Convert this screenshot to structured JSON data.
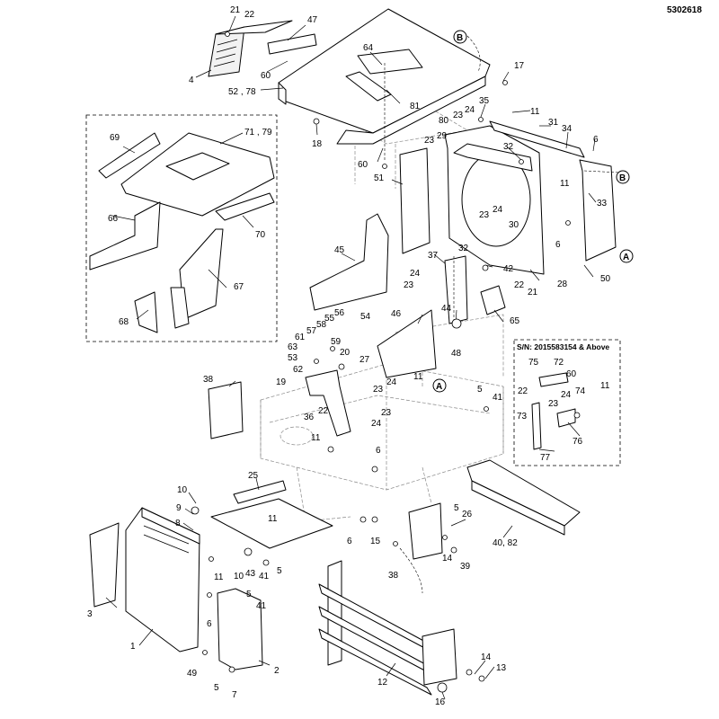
{
  "document_number": "5302618",
  "inset_note": "S/N: 2015583154 & Above",
  "reference_markers": [
    "A",
    "B"
  ],
  "callouts": [
    {
      "id": "c21",
      "text": "21"
    },
    {
      "id": "c22a",
      "text": "22"
    },
    {
      "id": "c47",
      "text": "47"
    },
    {
      "id": "c4",
      "text": "4"
    },
    {
      "id": "c60a",
      "text": "60"
    },
    {
      "id": "c5278",
      "text": "52 , 78"
    },
    {
      "id": "c64",
      "text": "64"
    },
    {
      "id": "c81",
      "text": "81"
    },
    {
      "id": "c17",
      "text": "17"
    },
    {
      "id": "c35",
      "text": "35"
    },
    {
      "id": "c24a",
      "text": "24"
    },
    {
      "id": "c23a",
      "text": "23"
    },
    {
      "id": "c80",
      "text": "80"
    },
    {
      "id": "c11a",
      "text": "11"
    },
    {
      "id": "c31",
      "text": "31"
    },
    {
      "id": "c34",
      "text": "34"
    },
    {
      "id": "c6a",
      "text": "6"
    },
    {
      "id": "c18",
      "text": "18"
    },
    {
      "id": "c23b",
      "text": "23"
    },
    {
      "id": "c29",
      "text": "29"
    },
    {
      "id": "c32a",
      "text": "32"
    },
    {
      "id": "c60b",
      "text": "60"
    },
    {
      "id": "c51",
      "text": "51"
    },
    {
      "id": "c11b",
      "text": "11"
    },
    {
      "id": "c33",
      "text": "33"
    },
    {
      "id": "c69",
      "text": "69"
    },
    {
      "id": "c7179",
      "text": "71 , 79"
    },
    {
      "id": "c66",
      "text": "66"
    },
    {
      "id": "c70",
      "text": "70"
    },
    {
      "id": "c67",
      "text": "67"
    },
    {
      "id": "c68",
      "text": "68"
    },
    {
      "id": "c23c",
      "text": "23"
    },
    {
      "id": "c24b",
      "text": "24"
    },
    {
      "id": "c30",
      "text": "30"
    },
    {
      "id": "c6b",
      "text": "6"
    },
    {
      "id": "c45",
      "text": "45"
    },
    {
      "id": "c32b",
      "text": "32"
    },
    {
      "id": "c37",
      "text": "37"
    },
    {
      "id": "c42",
      "text": "42"
    },
    {
      "id": "c28",
      "text": "28"
    },
    {
      "id": "c50",
      "text": "50"
    },
    {
      "id": "c24c",
      "text": "24"
    },
    {
      "id": "c23d",
      "text": "23"
    },
    {
      "id": "c22b",
      "text": "22"
    },
    {
      "id": "c21b",
      "text": "21"
    },
    {
      "id": "c44",
      "text": "44"
    },
    {
      "id": "c65",
      "text": "65"
    },
    {
      "id": "c46",
      "text": "46"
    },
    {
      "id": "c48",
      "text": "48"
    },
    {
      "id": "c61",
      "text": "61"
    },
    {
      "id": "c57",
      "text": "57"
    },
    {
      "id": "c58",
      "text": "58"
    },
    {
      "id": "c55",
      "text": "55"
    },
    {
      "id": "c56",
      "text": "56"
    },
    {
      "id": "c54",
      "text": "54"
    },
    {
      "id": "c59",
      "text": "59"
    },
    {
      "id": "c63",
      "text": "63"
    },
    {
      "id": "c53",
      "text": "53"
    },
    {
      "id": "c20",
      "text": "20"
    },
    {
      "id": "c62",
      "text": "62"
    },
    {
      "id": "c27",
      "text": "27"
    },
    {
      "id": "c38a",
      "text": "38"
    },
    {
      "id": "c19",
      "text": "19"
    },
    {
      "id": "c36",
      "text": "36"
    },
    {
      "id": "c22c",
      "text": "22"
    },
    {
      "id": "c23e",
      "text": "23"
    },
    {
      "id": "c24d",
      "text": "24"
    },
    {
      "id": "c11c",
      "text": "11"
    },
    {
      "id": "c24e",
      "text": "24"
    },
    {
      "id": "c23f",
      "text": "23"
    },
    {
      "id": "c5a",
      "text": "5"
    },
    {
      "id": "c41a",
      "text": "41"
    },
    {
      "id": "c11d",
      "text": "11"
    },
    {
      "id": "c6c",
      "text": "6"
    },
    {
      "id": "c75",
      "text": "75"
    },
    {
      "id": "c72",
      "text": "72"
    },
    {
      "id": "c60c",
      "text": "60"
    },
    {
      "id": "c22d",
      "text": "22"
    },
    {
      "id": "c24f",
      "text": "24"
    },
    {
      "id": "c74",
      "text": "74"
    },
    {
      "id": "c11e",
      "text": "11"
    },
    {
      "id": "c23g",
      "text": "23"
    },
    {
      "id": "c73",
      "text": "73"
    },
    {
      "id": "c76",
      "text": "76"
    },
    {
      "id": "c77",
      "text": "77"
    },
    {
      "id": "c10a",
      "text": "10"
    },
    {
      "id": "c25",
      "text": "25"
    },
    {
      "id": "c9",
      "text": "9"
    },
    {
      "id": "c8",
      "text": "8"
    },
    {
      "id": "c11f",
      "text": "11"
    },
    {
      "id": "c11g",
      "text": "11"
    },
    {
      "id": "c6d",
      "text": "6"
    },
    {
      "id": "c5b",
      "text": "5"
    },
    {
      "id": "c26",
      "text": "26"
    },
    {
      "id": "c15",
      "text": "15"
    },
    {
      "id": "c4082",
      "text": "40, 82"
    },
    {
      "id": "c10b",
      "text": "10"
    },
    {
      "id": "c43",
      "text": "43"
    },
    {
      "id": "c41b",
      "text": "41"
    },
    {
      "id": "c5c",
      "text": "5"
    },
    {
      "id": "c14a",
      "text": "14"
    },
    {
      "id": "c39",
      "text": "39"
    },
    {
      "id": "c38b",
      "text": "38"
    },
    {
      "id": "c3",
      "text": "3"
    },
    {
      "id": "c5d",
      "text": "5"
    },
    {
      "id": "c41c",
      "text": "41"
    },
    {
      "id": "c6e",
      "text": "6"
    },
    {
      "id": "c1",
      "text": "1"
    },
    {
      "id": "c2",
      "text": "2"
    },
    {
      "id": "c49",
      "text": "49"
    },
    {
      "id": "c5e",
      "text": "5"
    },
    {
      "id": "c7",
      "text": "7"
    },
    {
      "id": "c12",
      "text": "12"
    },
    {
      "id": "c14b",
      "text": "14"
    },
    {
      "id": "c13",
      "text": "13"
    },
    {
      "id": "c16",
      "text": "16"
    }
  ]
}
